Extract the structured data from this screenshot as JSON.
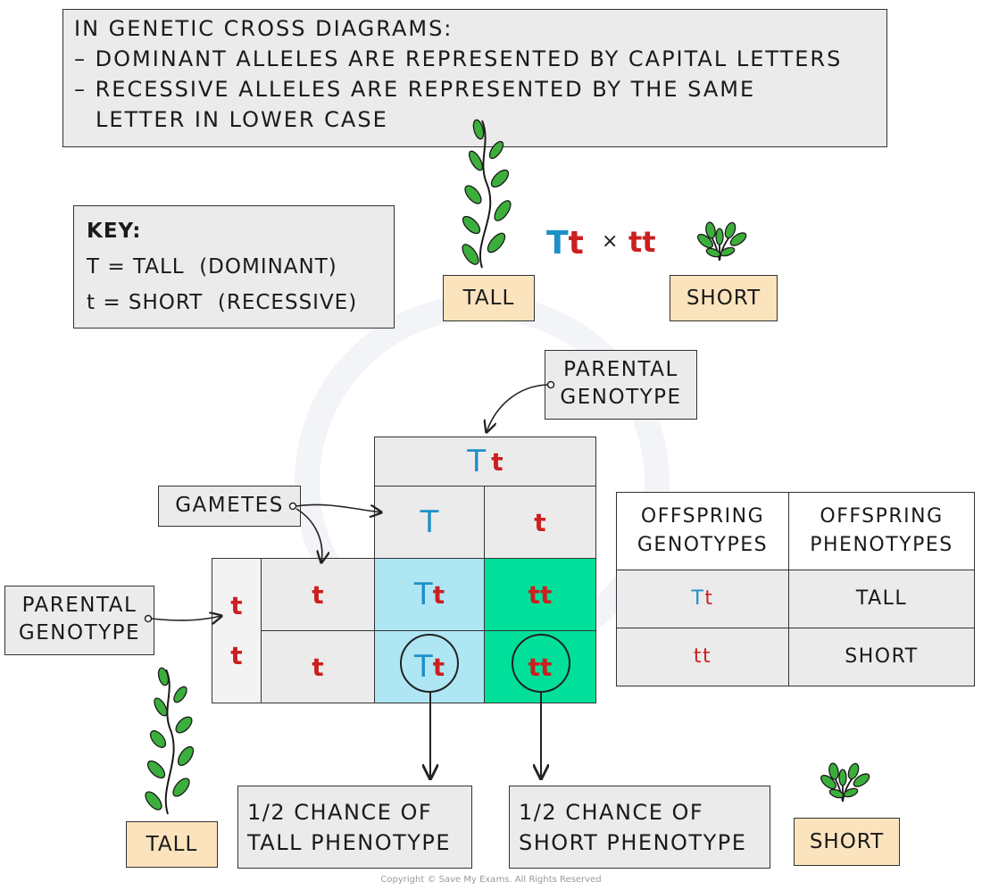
{
  "intro": {
    "lines": [
      "IN GENETIC CROSS DIAGRAMS:",
      "– DOMINANT ALLELES ARE REPRESENTED BY CAPITAL LETTERS",
      "– RECESSIVE ALLELES ARE REPRESENTED BY THE SAME",
      "LETTER IN LOWER CASE"
    ]
  },
  "key": {
    "title": "KEY:",
    "rows": [
      "T = TALL  (DOMINANT)",
      "t = SHORT  (RECESSIVE)"
    ]
  },
  "cross": {
    "tall_label": "TALL",
    "short_label": "SHORT",
    "parent1": {
      "dominant": "T",
      "recessive": "t"
    },
    "times": "×",
    "parent2": "tt"
  },
  "callouts": {
    "parental_top": [
      "PARENTAL",
      "GENOTYPE"
    ],
    "gametes": "GAMETES",
    "parental_left": [
      "PARENTAL",
      "GENOTYPE"
    ]
  },
  "punnett": {
    "top_parent": {
      "dominant": "T",
      "recessive": "t"
    },
    "top_gametes": [
      "T",
      "t"
    ],
    "left_parent": [
      "t",
      "t"
    ],
    "left_gametes": [
      "t",
      "t"
    ],
    "cells": [
      [
        {
          "dom": "T",
          "rec": "t"
        },
        {
          "dom": "",
          "rec": "tt"
        }
      ],
      [
        {
          "dom": "T",
          "rec": "t"
        },
        {
          "dom": "",
          "rec": "tt"
        }
      ]
    ]
  },
  "offspring_table": {
    "headers": [
      [
        "OFFSPRING",
        "GENOTYPES"
      ],
      [
        "OFFSPRING",
        "PHENOTYPES"
      ]
    ],
    "rows": [
      {
        "genotype_dom": "T",
        "genotype_rec": "t",
        "phenotype": "TALL"
      },
      {
        "genotype_dom": "",
        "genotype_rec": "tt",
        "phenotype": "SHORT"
      }
    ]
  },
  "results": {
    "left": [
      "1/2 CHANCE OF",
      "TALL PHENOTYPE"
    ],
    "right": [
      "1/2 CHANCE OF",
      "SHORT PHENOTYPE"
    ],
    "tall_label": "TALL",
    "short_label": "SHORT"
  },
  "copyright": "Copyright © Save My Exams. All Rights Reserved",
  "colors": {
    "dominant": "#1e90c8",
    "recessive": "#cc1f1f",
    "tall_cell": "#aee6f4",
    "short_cell": "#00e09a",
    "label_fill": "#fbe3bd",
    "panel_fill": "#ebebeb",
    "leaf": "#3cae3c"
  }
}
